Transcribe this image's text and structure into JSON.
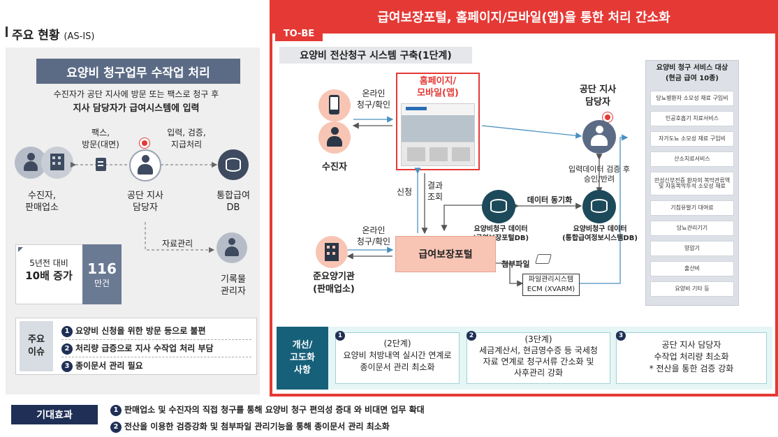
{
  "left": {
    "title": "주요 현황",
    "title_suffix": "(AS-IS)",
    "banner": "요양비 청구업무 수작업 처리",
    "intro_line1": "수진자가 공단 지사에 방문 또는 팩스로 청구 후",
    "intro_line2": "지사 담당자가 급여시스템에 입력",
    "fax_line1": "팩스,",
    "fax_line2": "방문(대면)",
    "input_line1": "입력, 검증,",
    "input_line2": "지급처리",
    "actor_a_line1": "수진자,",
    "actor_a_line2": "판매업소",
    "actor_b_line1": "공단 지사",
    "actor_b_line2": "담당자",
    "actor_c_line1": "통합급여",
    "actor_c_line2": "DB",
    "data_mgmt": "자료관리",
    "actor_d_line1": "기록물",
    "actor_d_line2": "관리자",
    "stat_line1": "5년전 대비",
    "stat_line2": "10배 증가",
    "stat_value": "116",
    "stat_unit": "만건",
    "issue_label_line1": "주요",
    "issue_label_line2": "이슈",
    "issues": [
      "요양비 신청을 위한 방문 등으로 불편",
      "처리량 급증으로 지사 수작업 처리 부담",
      "종이문서 관리 필요"
    ]
  },
  "right": {
    "title": "급여보장포털, 홈페이지/모바일(앱)을 통한 처리 간소화",
    "tobe_tag": "TO-BE",
    "subtitle": "요양비 전산청구 시스템 구축(1단계)",
    "online_line1": "온라인",
    "online_line2": "청구/확인",
    "patient": "수진자",
    "homepage_line1": "홈페이지/",
    "homepage_line2": "모바일(앱)",
    "apply": "신청",
    "result_line1": "결과",
    "result_line2": "조회",
    "branch_line1": "공단 지사",
    "branch_line2": "담당자",
    "verify_line1": "입력데이터 검증 후",
    "verify_line2": "승인/반려",
    "sync": "데이터 동기화",
    "db1_line1": "요양비청구 데이터",
    "db1_line2": "(급여보장포털DB)",
    "db2_line1": "요양비청구 데이터",
    "db2_line2": "(통합급여정보시스템DB)",
    "online2_line1": "온라인",
    "online2_line2": "청구/확인",
    "portal": "급여보장포털",
    "inst_line1": "준요양기관",
    "inst_line2": "(판매업소)",
    "attach": "첨부파일",
    "ecm_line1": "파일관리시스템",
    "ecm_line2": "ECM (XVARM)",
    "service_title_line1": "요양비 청구 서비스 대상",
    "service_title_line2": "(현금 급여 10종)",
    "services": [
      "당뇨병환자 소모성 재료 구입비",
      "인공호흡기 치료서비스",
      "자가도뇨 소모성 재료 구입비",
      "산소치료서비스",
      "만성신부전증 환자의 복막관류액 및 자동복막투석 소모성 재료",
      "기침유발기 대여료",
      "당뇨관리기기",
      "양압기",
      "출산비",
      "요양비 기타 등"
    ],
    "improve_line1": "개선/",
    "improve_line2": "고도화",
    "improve_line3": "사항",
    "improvements": [
      {
        "num": "1",
        "line1": "(2단계)",
        "line2": "요양비 처방내역 실시간 연계로",
        "line3": "종이문서 관리 최소화"
      },
      {
        "num": "2",
        "line1": "(3단계)",
        "line2": "세금계산서, 현금영수증 등 국세청",
        "line3": "자료 연계로 청구서류 간소화 및",
        "line4": "사후관리 강화"
      },
      {
        "num": "3",
        "line1": "공단 지사 담당자",
        "line2": "수작업 처리량 최소화",
        "line3": "* 전산을 통한 검증 강화"
      }
    ]
  },
  "bottom": {
    "label": "기대효과",
    "effects": [
      "판매업소 및 수진자의 직접 청구를 통해 요양비 청구 편의성 증대  와 비대면 업무 확대",
      "전산을 이용한 검증강화 및 첨부파일 관리기능을 통해 종이문서 관리 최소화"
    ]
  },
  "colors": {
    "red": "#e53935",
    "navy": "#1f2f55",
    "teal": "#1d4a5a",
    "slate": "#5c6b85",
    "peach": "#f8c5b5"
  }
}
